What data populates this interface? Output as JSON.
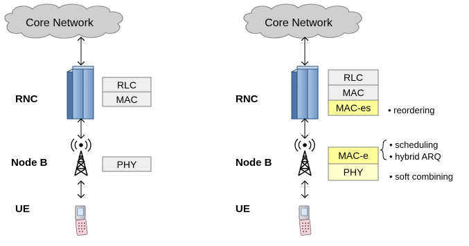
{
  "left_panel": {
    "cloud_label": "Core Network",
    "labels": {
      "rnc": "RNC",
      "nodeb": "Node B",
      "ue": "UE"
    },
    "rnc_stack": [
      "RLC",
      "MAC"
    ],
    "nodeb_stack": [
      "PHY"
    ]
  },
  "right_panel": {
    "cloud_label": "Core Network",
    "labels": {
      "rnc": "RNC",
      "nodeb": "Node B",
      "ue": "UE"
    },
    "rnc_stack": [
      "RLC",
      "MAC",
      "MAC-es"
    ],
    "nodeb_stack": [
      "MAC-e",
      "PHY"
    ],
    "notes": {
      "reordering": "• reordering",
      "scheduling": "• scheduling",
      "harq": "• hybrid ARQ",
      "soft_combining": "• soft combining"
    }
  },
  "colors": {
    "cloud_fill": "#cfcfcf",
    "box_fill": "#eeeeee",
    "highlight_fill": "#ffff99",
    "phy_right_fill": "#ffffcc",
    "rnc_blue": "#8fb3d9"
  },
  "icons": [
    "cloud-icon",
    "rnc-cabinet-icon",
    "antenna-tower-icon",
    "phone-icon"
  ]
}
